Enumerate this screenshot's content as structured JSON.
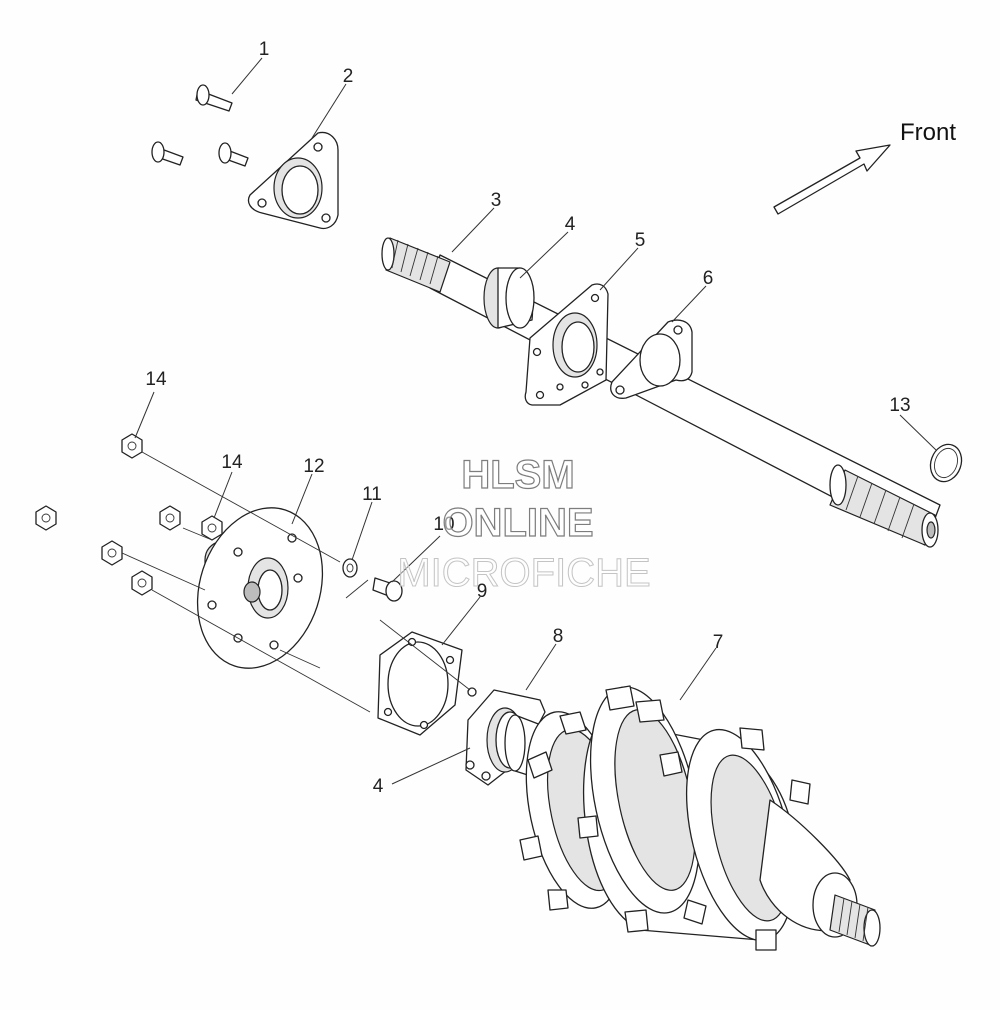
{
  "diagram": {
    "direction_label": "Front",
    "callouts": [
      "1",
      "2",
      "3",
      "4",
      "5",
      "6",
      "13",
      "14",
      "14",
      "12",
      "11",
      "10",
      "9",
      "8",
      "7",
      "4"
    ]
  },
  "watermark": {
    "line1": "HLSM",
    "line2": "ONLINE",
    "line3": "MICROFICHE"
  },
  "colors": {
    "line": "#222222",
    "fill": "#ffffff",
    "shade": "#e4e4e4"
  }
}
